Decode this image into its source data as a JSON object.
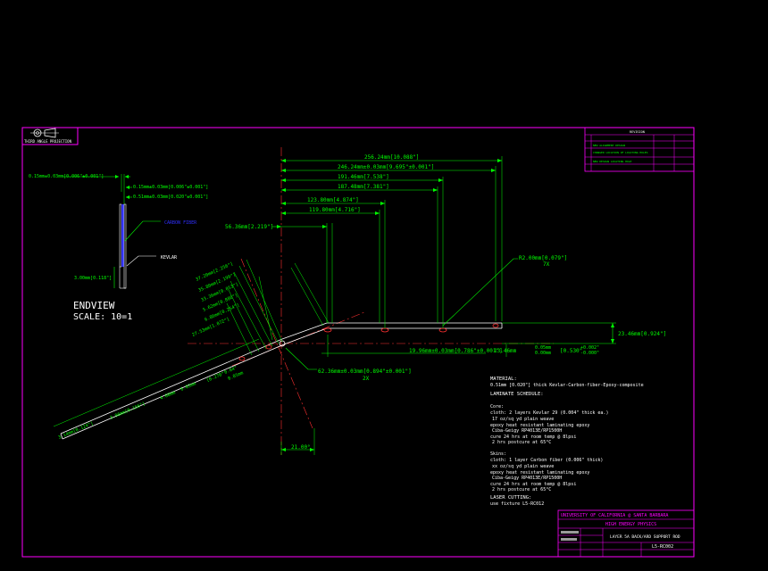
{
  "colors": {
    "background": "#000000",
    "frame": "#ff00ff",
    "dim": "#00ff00",
    "part": "#ffffff",
    "center": "#ff3030",
    "carbon": "#3030ff",
    "text_white": "#ffffff"
  },
  "title_block_top": {
    "projection_label": "THIRD ANGLE PROJECTION",
    "rev_header": "REVISION",
    "rev_rows": [
      "NEW ALIGNMENT DESIGN",
      "CHANGED LOCATION OF LOCATING HOLES",
      "NEW DESIGN LOCATING HOLE"
    ]
  },
  "endview": {
    "dim_top_1": "0.15mm±0.03mm[0.006\"±0.001\"]",
    "dim_top_2": "0.15mm±0.03mm[0.006\"±0.001\"]",
    "dim_top_3": "0.51mm±0.03mm[0.020\"±0.001\"]",
    "carbon_label": "CARBON FIBER",
    "kevlar_label": "KEVLAR",
    "thickness": "3.00mm[0.118\"]",
    "title": "ENDVIEW",
    "scale": "SCALE: 10=1"
  },
  "dims_top": {
    "d1": "256.24mm[10.088\"]",
    "d2": "246.24mm±0.03mm[9.695\"±0.001\"]",
    "d3": "191.46mm[7.538\"]",
    "d4": "187.48mm[7.381\"]",
    "d5": "123.80mm[4.874\"]",
    "d6": "119.80mm[4.716\"]",
    "d7": "56.36mm[2.219\"]",
    "radius": "R2.00mm[0.079\"]",
    "radius_count": "7X",
    "right_height": "23.46mm[0.924\"]"
  },
  "dims_bottom": {
    "hole_offset": "19.96mm±0.03mm[0.786\"±0.001\"]",
    "d13_46": "13.46mm",
    "d0_05": "0.05mm",
    "d0_00": "0.00mm",
    "tol_plus": "+0.002\"",
    "tol_zero": "-0.000\"",
    "tol_main": "[0.530\"",
    "angle_dim": "62.36mm±0.03mm[0.894\"±0.001\"]",
    "angle_count": "2X",
    "angle": "21.00°"
  },
  "dims_left": {
    "a1": "37.20mm[2.256\"]",
    "a2": "35.80mm[2.199\"]",
    "a3": "33.36mm[0.053\"]",
    "a4": "5.62mm[0.886\"]",
    "a5": "6.86mm[0.254\"]",
    "a6": "27.53mm[1.072\"]",
    "b1": "3.14mm[0.124\"]",
    "b2": "3.96mm[0.156\"]",
    "b3": "4.60mm",
    "b4": "6.03mm",
    "b5": "[0.270\"",
    "b6": "0.04\"",
    "b7": "0.05mm"
  },
  "notes": {
    "material_h": "MATERIAL:",
    "material_1": "0.51mm [0.020\"] thick Kevlar-Carbon-fiber-Epoxy-composite",
    "laminate_h": "LAMINATE SCHEDULE:",
    "core_h": "Core:",
    "core_1": "cloth: 2 layers Kevlar 29 (0.004\" thick ea.)",
    "core_2": "17 oz/sq yd plain weave",
    "core_3": "epoxy heat resistant laminating epoxy",
    "core_4": "Ciba-Geigy RP4013E/RP1500H",
    "core_5": "cure 24 hrs at room temp @ 8lpsi",
    "core_6": "2 hrs postcure at 65°C",
    "skins_h": "Skins:",
    "skins_1": "cloth: 1 layer Carbon fiber (0.006\" thick)",
    "skins_2": "xx oz/sq yd plain weave",
    "skins_3": "epoxy heat resistant laminating epoxy",
    "skins_4": "Ciba-Geigy RP4013E/RP1500H",
    "skins_5": "cure 24 hrs at room temp @ 8lpsi",
    "skins_6": "2 hrs postcure at 65°C",
    "laser_h": "LASER CUTTING:",
    "laser_1": "use fixture L5-RC012"
  },
  "title_block": {
    "university": "UNIVERSITY OF CALIFORNIA @ SANTA BARBARA",
    "group": "HIGH ENERGY PHYSICS",
    "part_name": "LAYER 5A BACK/ARD SUPPORT ROD",
    "drawing_no": "L5-RC002"
  }
}
